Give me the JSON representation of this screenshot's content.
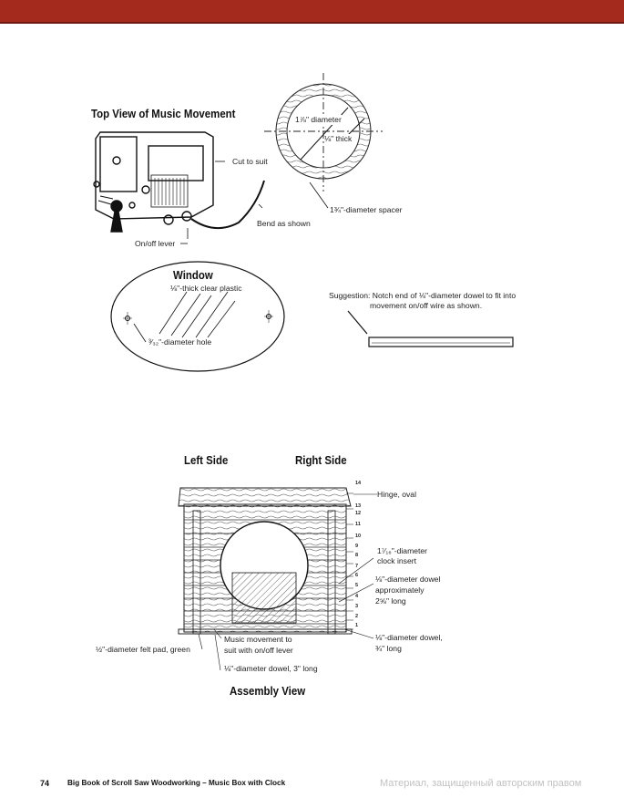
{
  "page": {
    "number": "74",
    "footer_title": "Big Book of Scroll Saw Woodworking  –  Music Box with Clock",
    "watermark": "Материал, защищенный авторским правом",
    "colors": {
      "header_bar": "#a52a1e"
    }
  },
  "top_view": {
    "heading": "Top View of Music Movement",
    "labels": {
      "cut_to_suit": "Cut to suit",
      "bend_as_shown": "Bend as shown",
      "on_off_lever": "On/off lever"
    }
  },
  "spacer": {
    "diameter": "1⅞\" diameter",
    "thick": "⅛\" thick",
    "spacer": "1¾\"-diameter spacer"
  },
  "window": {
    "heading": "Window",
    "plastic": "⅛\"-thick clear plastic",
    "hole": "³⁄₃₂\"-diameter hole"
  },
  "suggestion": {
    "line1": "Suggestion: Notch end of ⅛\"-diameter dowel to fit into",
    "line2": "movement on/off wire as shown."
  },
  "assembly": {
    "left_side": "Left Side",
    "right_side": "Right Side",
    "title": "Assembly View",
    "layer_numbers": [
      "14",
      "13",
      "12",
      "11",
      "10",
      "9",
      "8",
      "7",
      "6",
      "5",
      "4",
      "3",
      "2",
      "1"
    ],
    "callouts": {
      "hinge": "Hinge, oval",
      "clock_1": "1⁷⁄₁₆\"-diameter",
      "clock_2": "clock insert",
      "dowel_1": "⅛\"-diameter dowel",
      "dowel_2": "approximately",
      "dowel_3": "2⅝\" long",
      "dowel34_1": "⅛\"-diameter dowel,",
      "dowel34_2": "¾\" long",
      "felt": "½\"-diameter felt pad, green",
      "movement_1": "Music movement to",
      "movement_2": "suit with on/off lever",
      "dowel3": "⅛\"-diameter dowel, 3\" long"
    }
  }
}
